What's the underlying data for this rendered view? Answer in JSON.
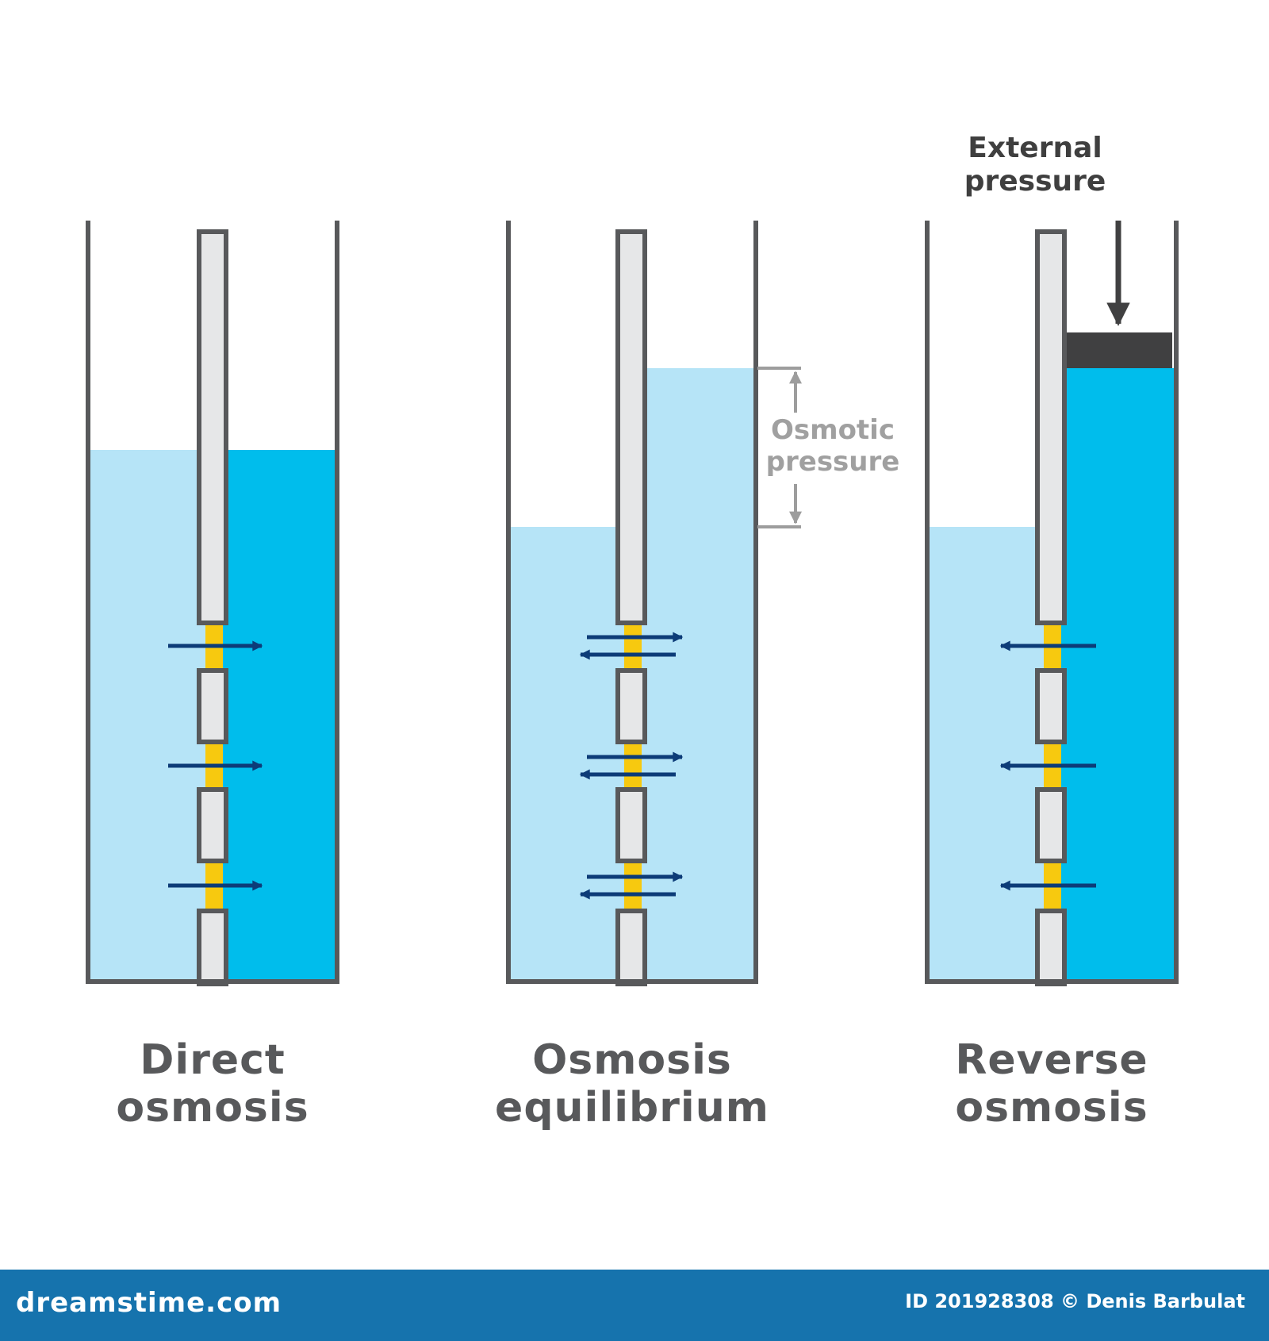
{
  "colors": {
    "dilute_water": "#b6e4f7",
    "concentrated_water": "#00bdec",
    "container_stroke": "#58595b",
    "membrane_fill": "#e6e7e8",
    "membrane_stroke": "#58595b",
    "pore": "#f7c90f",
    "flow_arrow": "#0d3c78",
    "piston": "#404041",
    "dim_arrow": "#9d9d9d",
    "footer_bg": "#1673ad"
  },
  "panels": [
    {
      "caption_line1": "Direct",
      "caption_line2": "osmosis",
      "flow": "dilute-to-concentrated"
    },
    {
      "caption_line1": "Osmosis",
      "caption_line2": "equilibrium",
      "flow": "both-directions"
    },
    {
      "caption_line1": "Reverse",
      "caption_line2": "osmosis",
      "flow": "concentrated-to-dilute"
    }
  ],
  "annotations": {
    "external_pressure_line1": "External",
    "external_pressure_line2": "pressure",
    "osmotic_pressure_line1": "Osmotic",
    "osmotic_pressure_line2": "pressure"
  },
  "footer": {
    "logo_text": "dreamstime.com",
    "credit_text": "ID 201928308 © Denis Barbulat"
  }
}
